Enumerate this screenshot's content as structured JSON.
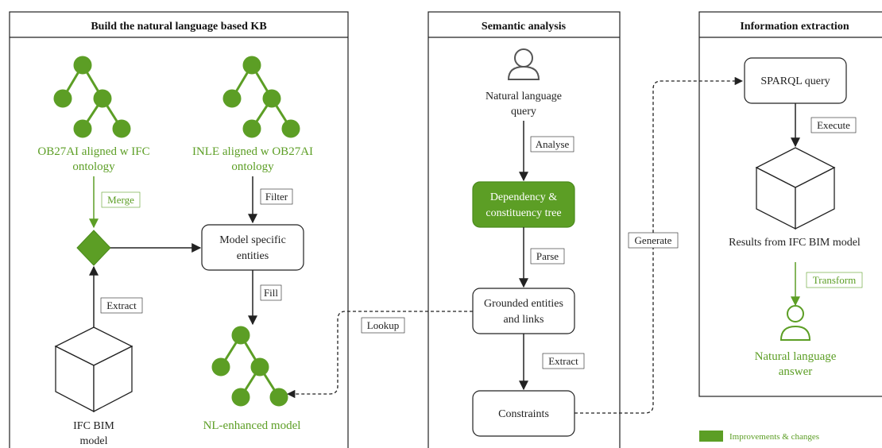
{
  "panels": {
    "kb": {
      "title": "Build the natural language based KB"
    },
    "semantic": {
      "title": "Semantic analysis"
    },
    "extraction": {
      "title": "Information extraction"
    }
  },
  "nodes": {
    "ob27ai": [
      "OB27AI aligned w IFC",
      "ontology"
    ],
    "inle": [
      "INLE aligned w OB27AI",
      "ontology"
    ],
    "model_entities": [
      "Model specific",
      "entities"
    ],
    "ifc_bim": [
      "IFC BIM",
      "model"
    ],
    "nl_model": "NL-enhanced model",
    "nl_query": [
      "Natural language",
      "query"
    ],
    "dependency": [
      "Dependency &",
      "constituency tree"
    ],
    "grounded": [
      "Grounded entities",
      "and links"
    ],
    "constraints": "Constraints",
    "sparql": "SPARQL query",
    "results": "Results from IFC BIM model",
    "nl_answer": [
      "Natural language",
      "answer"
    ]
  },
  "edge_labels": {
    "merge": "Merge",
    "filter": "Filter",
    "extract_left": "Extract",
    "fill": "Fill",
    "lookup": "Lookup",
    "analyse": "Analyse",
    "parse": "Parse",
    "extract_mid": "Extract",
    "generate": "Generate",
    "execute": "Execute",
    "transform": "Transform"
  },
  "legend": {
    "label": "Improvements & changes",
    "color": "#5c9e25"
  },
  "colors": {
    "accent_green": "#5c9e25",
    "stroke": "#222222"
  }
}
